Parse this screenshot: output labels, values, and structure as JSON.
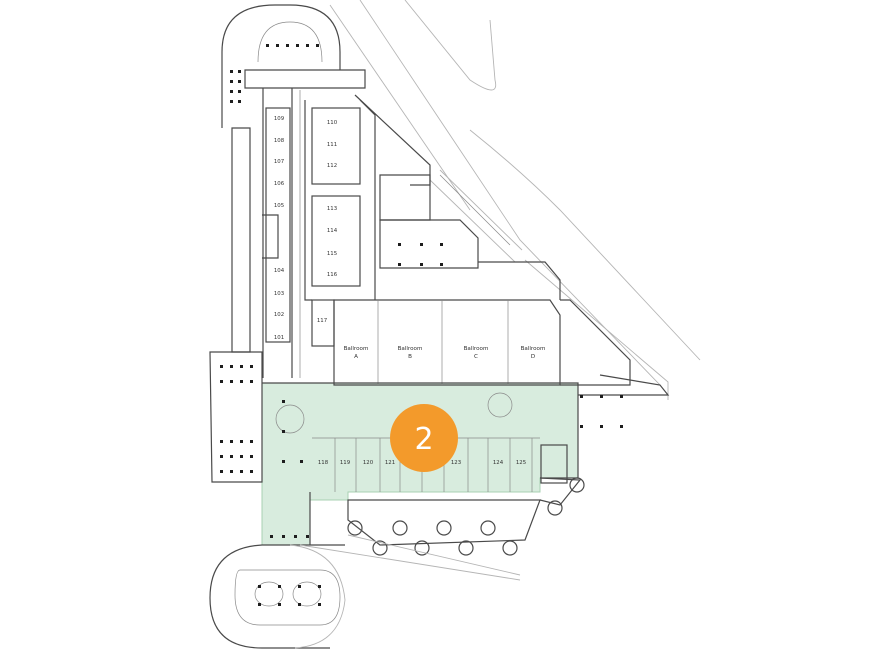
{
  "map": {
    "highlight_color": "#d8ecde",
    "highlight_stroke": "#a8d0b3",
    "badge": {
      "label": "2",
      "color": "#f39a2b"
    },
    "rooms_west": [
      "109",
      "108",
      "107",
      "106",
      "105",
      "104",
      "103",
      "102",
      "101"
    ],
    "rooms_center": [
      "110",
      "111",
      "112",
      "113",
      "114",
      "115",
      "116",
      "117"
    ],
    "rooms_south": [
      "118",
      "119",
      "120",
      "121",
      "123",
      "124",
      "125"
    ],
    "ballrooms": [
      {
        "name": "Ballroom",
        "letter": "A"
      },
      {
        "name": "Ballroom",
        "letter": "B"
      },
      {
        "name": "Ballroom",
        "letter": "C"
      },
      {
        "name": "Ballroom",
        "letter": "D"
      }
    ]
  }
}
